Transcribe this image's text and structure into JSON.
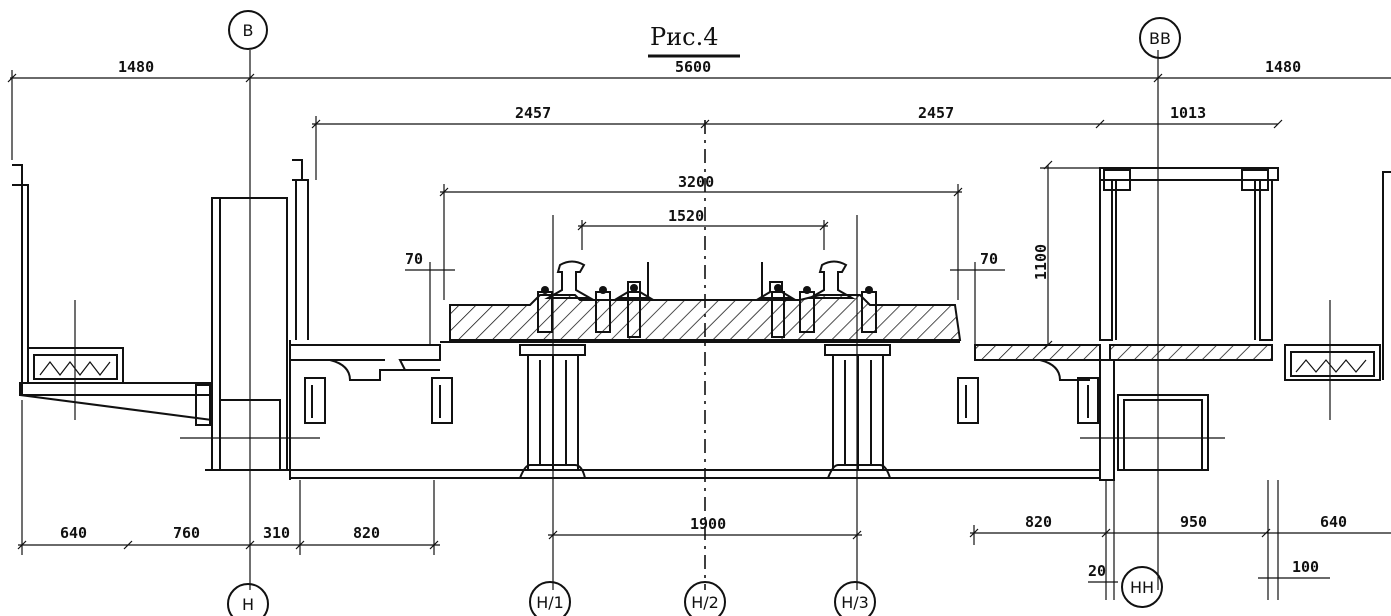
{
  "title": "Рис.4",
  "axes": {
    "B": "B",
    "BB": "BB",
    "H": "H",
    "HH": "HH",
    "H1": "H/1",
    "H2": "H/2",
    "H3": "H/3"
  },
  "dimensions": {
    "d_1480_left": "1480",
    "d_5600": "5600",
    "d_1480_right": "1480",
    "d_2457_left": "2457",
    "d_2457_right": "2457",
    "d_1013": "1013",
    "d_3200": "3200",
    "d_1520": "1520",
    "d_70_left": "70",
    "d_70_right": "70",
    "d_1100": "1100",
    "d_640_left": "640",
    "d_760": "760",
    "d_310": "310",
    "d_820_left": "820",
    "d_1900": "1900",
    "d_820_right": "820",
    "d_950": "950",
    "d_640_right": "640",
    "d_20": "20",
    "d_100": "100"
  }
}
